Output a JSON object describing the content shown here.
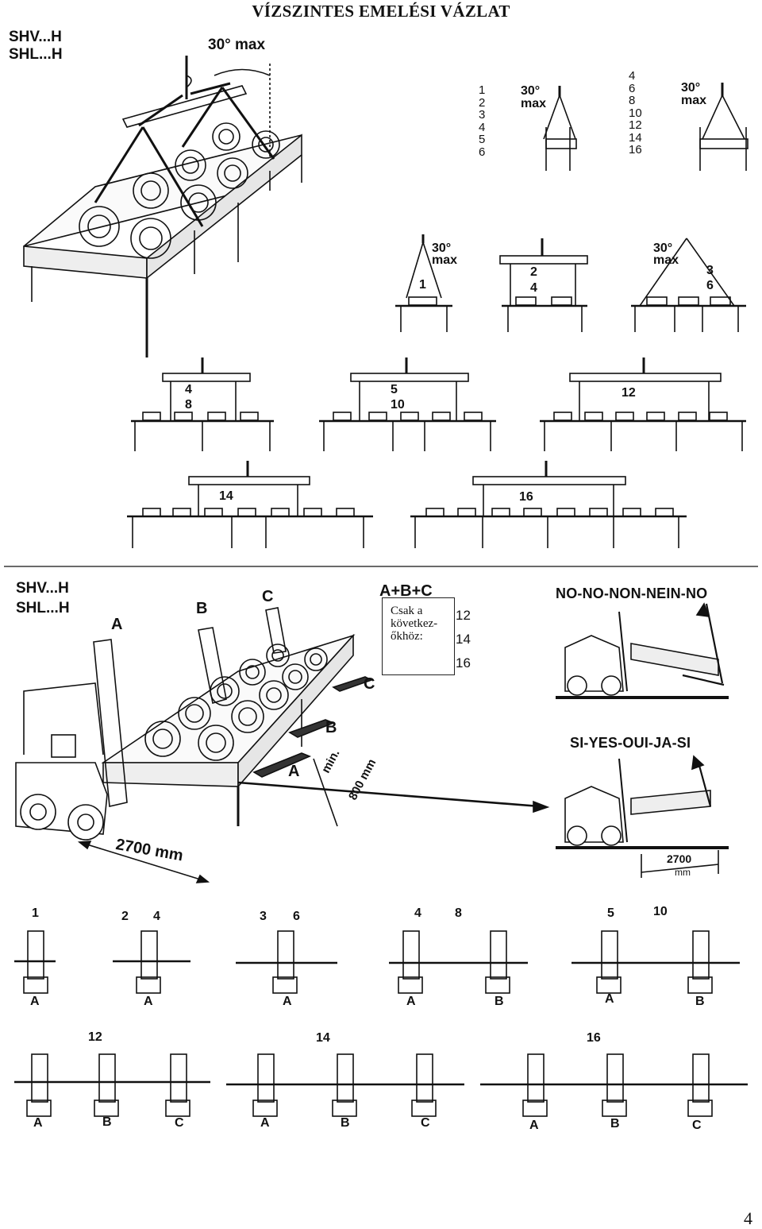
{
  "title": "VÍZSZINTES EMELÉSI VÁZLAT",
  "top_section": {
    "model_codes": [
      "SHV...H",
      "SHL...H"
    ],
    "angle_label": "30° max",
    "small_angle": "30°",
    "small_max": "max",
    "counts_left": [
      "1",
      "2",
      "3",
      "4",
      "5",
      "6"
    ],
    "counts_right": [
      "4",
      "6",
      "8",
      "10",
      "12",
      "14",
      "16"
    ],
    "beam_steps": [
      {
        "a": "1"
      },
      {
        "a": "2",
        "b": "4"
      },
      {
        "a": "3",
        "b": "6"
      },
      {
        "a": "4",
        "b": "8"
      },
      {
        "a": "5",
        "b": "10"
      },
      {
        "a": "12"
      },
      {
        "a": "14"
      },
      {
        "a": "16"
      }
    ]
  },
  "forklift_section": {
    "model_codes": [
      "SHV...H",
      "SHL...H"
    ],
    "fork_labels": [
      "A",
      "B",
      "C"
    ],
    "combined_label": "A+B+C",
    "note_text": [
      "Csak a",
      "következ-",
      "őkhöz:"
    ],
    "note_counts": [
      "12",
      "14",
      "16"
    ],
    "min_text": "min.",
    "min_dim": "800 mm",
    "length_dim": "2700 mm",
    "no_slogan": "NO-NO-NON-NEIN-NO",
    "yes_slogan": "SI-YES-OUI-JA-SI",
    "yes_dim_value": "2700",
    "yes_dim_unit": "mm"
  },
  "bottom_section": {
    "row1": [
      {
        "counts": [
          "1"
        ],
        "forks": [
          "A"
        ]
      },
      {
        "counts": [
          "2",
          "4"
        ],
        "forks": [
          "A"
        ]
      },
      {
        "counts": [
          "3",
          "6"
        ],
        "forks": [
          "A"
        ]
      },
      {
        "counts": [
          "4",
          "8"
        ],
        "forks": [
          "A",
          "B"
        ]
      },
      {
        "counts": [
          "5",
          "10"
        ],
        "forks": [
          "A",
          "B"
        ]
      }
    ],
    "row2": [
      {
        "counts": [
          "12"
        ],
        "forks": [
          "A",
          "B",
          "C"
        ]
      },
      {
        "counts": [
          "14"
        ],
        "forks": [
          "A",
          "B",
          "C"
        ]
      },
      {
        "counts": [
          "16"
        ],
        "forks": [
          "A",
          "B",
          "C"
        ]
      }
    ]
  },
  "page_number": "4"
}
